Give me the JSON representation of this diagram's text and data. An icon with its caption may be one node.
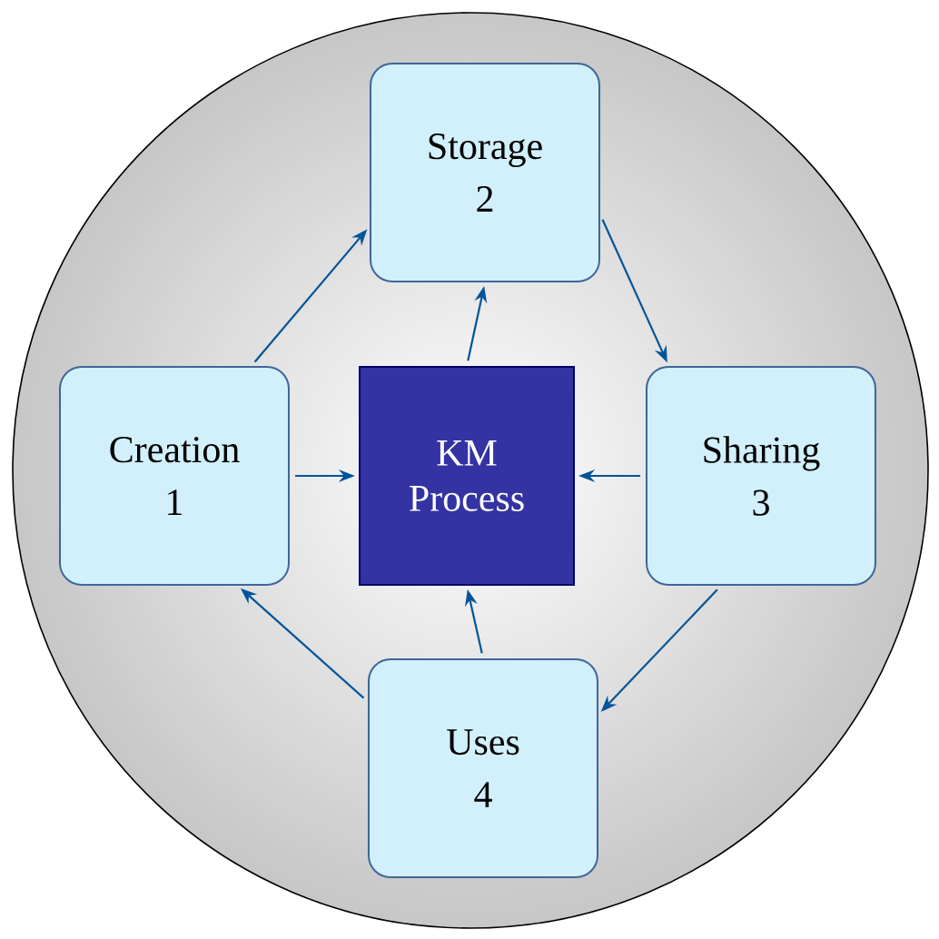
{
  "diagram": {
    "nodes": [
      {
        "text": [
          "Storage",
          "2"
        ]
      },
      {
        "text": [
          "Creation",
          "1"
        ]
      },
      {
        "text": [
          "KM Process"
        ]
      },
      {
        "text": [
          "Sharing",
          "3"
        ]
      },
      {
        "text": [
          "Uses",
          "4"
        ]
      }
    ],
    "edges": [
      {
        "from": 1,
        "to": 0,
        "arrow": "to"
      },
      {
        "from": 0,
        "to": 3,
        "arrow": "to"
      },
      {
        "from": 3,
        "to": 4,
        "arrow": "to"
      },
      {
        "from": 4,
        "to": 1,
        "arrow": "to"
      },
      {
        "from": 1,
        "to": 2,
        "arrow": "to"
      },
      {
        "from": 3,
        "to": 2,
        "arrow": "to"
      },
      {
        "from": 4,
        "to": 2,
        "arrow": "to"
      },
      {
        "from": 2,
        "to": 0,
        "arrow": "to"
      }
    ]
  }
}
